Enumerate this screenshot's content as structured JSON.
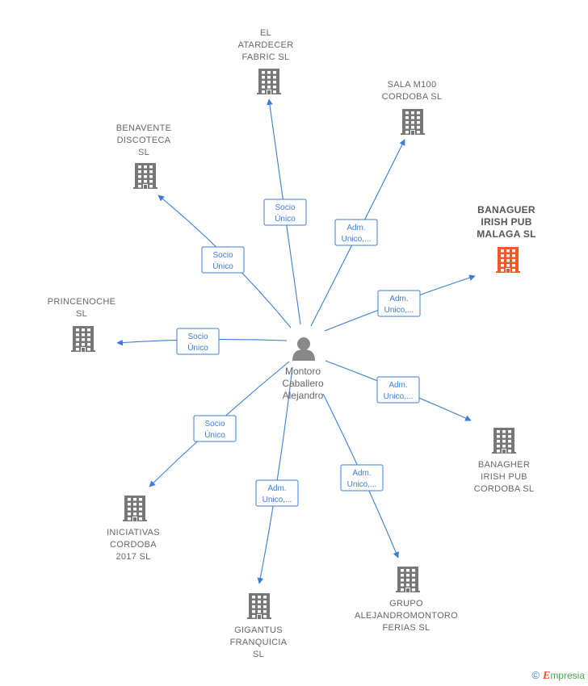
{
  "colors": {
    "edge": "#3b7dd8",
    "label_box_border": "#3b7dd8",
    "building": "#777777",
    "building_highlight": "#f05a28",
    "person": "#888888",
    "text": "#666666"
  },
  "center": {
    "name_lines": [
      "Montoro",
      "Caballero",
      "Alejandro"
    ],
    "icon": "person-icon"
  },
  "companies": [
    {
      "id": "el-atardecer",
      "lines": [
        "EL",
        "ATARDECER",
        "FABRIC  SL"
      ],
      "icon": "building-icon",
      "highlight": false,
      "relation": [
        "Socio",
        "Único"
      ]
    },
    {
      "id": "sala-m100",
      "lines": [
        "SALA M100",
        "CORDOBA  SL"
      ],
      "icon": "building-icon",
      "highlight": false,
      "relation": [
        "Adm.",
        "Unico,..."
      ]
    },
    {
      "id": "benavente",
      "lines": [
        "BENAVENTE",
        "DISCOTECA",
        "SL"
      ],
      "icon": "building-icon",
      "highlight": false,
      "relation": [
        "Socio",
        "Único"
      ]
    },
    {
      "id": "banaguer-malaga",
      "lines": [
        "BANAGUER",
        "IRISH PUB",
        "MALAGA  SL"
      ],
      "icon": "building-icon",
      "highlight": true,
      "relation": [
        "Adm.",
        "Unico,..."
      ]
    },
    {
      "id": "princenoche",
      "lines": [
        "PRINCENOCHE",
        "SL"
      ],
      "icon": "building-icon",
      "highlight": false,
      "relation": [
        "Socio",
        "Único"
      ]
    },
    {
      "id": "banagher-cordoba",
      "lines": [
        "BANAGHER",
        "IRISH PUB",
        "CORDOBA  SL"
      ],
      "icon": "building-icon",
      "highlight": false,
      "relation": [
        "Adm.",
        "Unico,..."
      ]
    },
    {
      "id": "iniciativas",
      "lines": [
        "INICIATIVAS",
        "CORDOBA",
        "2017  SL"
      ],
      "icon": "building-icon",
      "highlight": false,
      "relation": [
        "Socio",
        "Único"
      ]
    },
    {
      "id": "gigantus",
      "lines": [
        "GIGANTUS",
        "FRANQUICIA",
        "SL"
      ],
      "icon": "building-icon",
      "highlight": false,
      "relation": [
        "Adm.",
        "Unico,..."
      ]
    },
    {
      "id": "grupo-alejandro",
      "lines": [
        "GRUPO",
        "ALEJANDROMONTORO",
        "FERIAS  SL"
      ],
      "icon": "building-icon",
      "highlight": false,
      "relation": [
        "Adm.",
        "Unico,..."
      ]
    }
  ],
  "brand": {
    "symbol": "©",
    "initial": "E",
    "rest": "mpresia"
  }
}
